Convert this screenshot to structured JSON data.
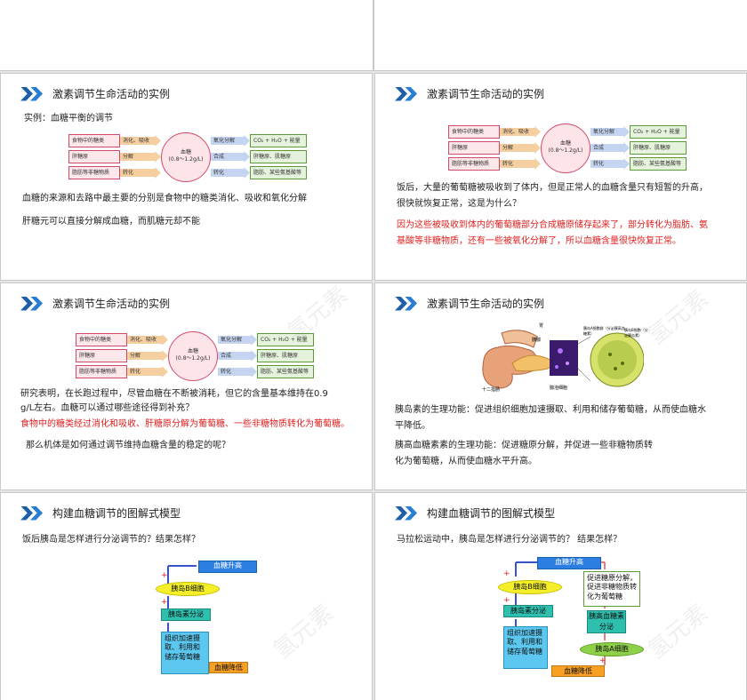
{
  "slide2": {
    "title": "激素调节生命活动的实例",
    "example": "实例：血糖平衡的调节",
    "line1": "血糖的来源和去路中最主要的分别是食物中的糖类消化、吸收和氧化分解",
    "line2": "肝糖元可以直接分解成血糖，而肌糖元却不能"
  },
  "slide3": {
    "title": "激素调节生命活动的实例",
    "q1": "饭后，大量的葡萄糖被吸收到了体内，但是正常人的血糖含量只有短暂的升高，",
    "q2": "很快就恢复正常，这是为什么？",
    "a1": "因为这些被吸收到体内的葡萄糖部分合成糖原储存起来了，部分转化为脂肪、氨",
    "a2": "基酸等非糖物质，还有一些被氧化分解了，所以血糖含量很快恢复正常。"
  },
  "slide4": {
    "title": "激素调节生命活动的实例",
    "p1": "研究表明，在长跑过程中，尽管血糖在不断被消耗，但它的含量基本维持在0.9",
    "p2": "g/L左右。血糖可以通过哪些途径得到补充？",
    "red": "食物中的糖类经过消化和吸收、肝糖原分解为葡萄糖、一些非糖物质转化为葡萄糖。",
    "p3": "那么机体是如何通过调节维持血糖含量的稳定的呢？"
  },
  "slide5": {
    "title": "激素调节生命活动的实例",
    "img_labels": {
      "stomach": "胃",
      "pancreas": "胰腺",
      "duodenum": "十二指肠",
      "islet": "胰岛A细胞群（分泌胰高血糖素）",
      "islet_b": "胰岛B细胞（分泌胰岛素）",
      "acinar": "腺泡细胞"
    },
    "l1": "胰岛素的生理功能：促进组织细胞加速摄取、利用和储存葡萄糖，从而使血糖水",
    "l2": "平降低。",
    "l3": "胰高血糖素素的生理功能：促进糖原分解，并促进一些非糖物质转",
    "l4": "化为葡萄糖，从而使血糖水平升高。"
  },
  "slide6": {
    "title": "构建血糖调节的图解式模型",
    "question": "饭后胰岛是怎样进行分泌调节的？结果怎样？",
    "rise": "血糖升高",
    "bcell": "胰岛B细胞",
    "insulin": "胰岛素分泌",
    "action": "组织加速摄取、利用和储存葡萄糖",
    "drop": "血糖降低",
    "plus": "+"
  },
  "slide7": {
    "title": "构建血糖调节的图解式模型",
    "question": "马拉松运动中，胰岛是怎样进行分泌调节的？  结果怎样？",
    "rise": "血糖升高",
    "bcell": "胰岛B细胞",
    "insulin": "胰岛素分泌",
    "action": "组织加速摄取、利用和储存葡萄糖",
    "promote": "促进糖原分解，促进非糖物质转化为葡萄糖",
    "glucagon": "胰高血糖素分泌",
    "acell": "胰岛A细胞",
    "drop": "血糖降低",
    "plus": "+"
  },
  "pathway": {
    "food": "食物中的糖类",
    "glycogen": "肝糖原",
    "nonsugar": "脂肪等非糖物质",
    "digest": "消化、吸收",
    "decomp": "分解",
    "convert": "转化",
    "center1": "血糖",
    "center2": "(0.8～1.2g/L)",
    "oxid": "氧化分解",
    "synth": "合成",
    "conv2": "转化",
    "out1": "CO₂ + H₂O + 能量",
    "out2": "肝糖原、肌糖原",
    "out3": "脂肪、某些氨基酸等"
  },
  "watermark": "氢元素"
}
